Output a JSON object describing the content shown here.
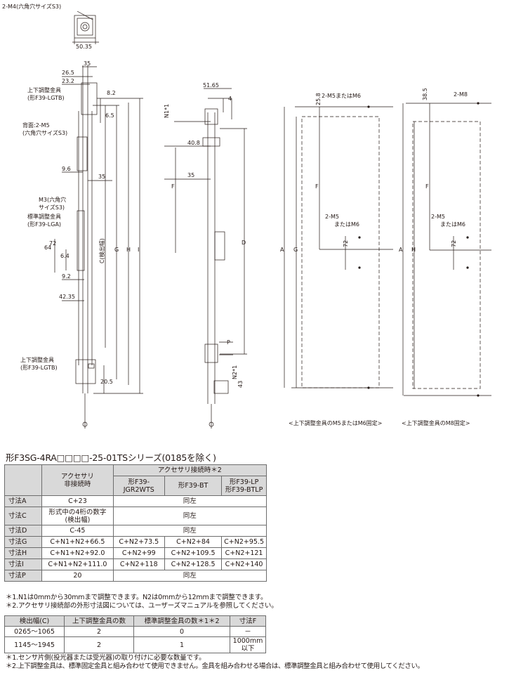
{
  "drawing": {
    "top_view": {
      "label_hex": "2-M4(六角穴サイズS3)",
      "width": "50.35"
    },
    "side_view": {
      "dims": [
        "35",
        "26.5",
        "23.2",
        "8.2",
        "6.5",
        "9.6",
        "35",
        "64",
        "72",
        "6.4",
        "9.2",
        "42.35",
        "20.5"
      ],
      "labels": {
        "top_bracket": [
          "上下調整金具",
          "(形F39-LGTB)"
        ],
        "back": [
          "背面:2-M5",
          "(六角穴サイズS3)"
        ],
        "m3": [
          "M3(六角穴",
          "サイズS3)"
        ],
        "std_bracket": [
          "標準調整金具",
          "(形F39-LGA)"
        ],
        "bottom_bracket": [
          "上下調整金具",
          "(形F39-LGTB)"
        ],
        "c_label": "C(検出幅)",
        "g": "G",
        "h": "H",
        "i": "I"
      }
    },
    "front_view": {
      "dims": [
        "51.65",
        "4",
        "N1*1",
        "40.8",
        "35",
        "F",
        "D",
        "P",
        "N2*1",
        "43"
      ]
    },
    "mount_m5": {
      "label_top": "2-M5またはM6",
      "dim_top": "25.8",
      "label_mid": [
        "2-M5",
        "またはM6"
      ],
      "dim_72": "72",
      "f": "F",
      "a": "A",
      "g": "G"
    },
    "mount_m8": {
      "label_top": "2-M8",
      "dim_top": "38.5",
      "label_mid": [
        "2-M5",
        "またはM6"
      ],
      "dim_72": "72",
      "f": "F",
      "a": "A",
      "h": "H"
    },
    "captions": [
      "<上下調整金具のM5またはM6固定>",
      "<上下調整金具のM8固定>"
    ]
  },
  "series_title": "形F3SG-4RA□□□□-25-01TSシリーズ(0185を除く)",
  "dimension_table": {
    "header_non": [
      "アクセサリ",
      "非接続時"
    ],
    "header_con": "アクセサリ接続時＊2",
    "sub_headers": [
      [
        "形F39-",
        "JGR2WTS"
      ],
      [
        "形F39-BT"
      ],
      [
        "形F39-LP",
        "形F39-BTLP"
      ]
    ],
    "rows": [
      {
        "label": "寸法A",
        "non": [
          "C+23"
        ],
        "span": "同左"
      },
      {
        "label": "寸法C",
        "non": [
          "形式中の4桁の数字",
          "(検出幅)"
        ],
        "span": "同左"
      },
      {
        "label": "寸法D",
        "non": [
          "C-45"
        ],
        "span": "同左"
      },
      {
        "label": "寸法G",
        "non": [
          "C+N1+N2+66.5"
        ],
        "cells": [
          "C+N2+73.5",
          "C+N2+84",
          "C+N2+95.5"
        ]
      },
      {
        "label": "寸法H",
        "non": [
          "C+N1+N2+92.0"
        ],
        "cells": [
          "C+N2+99",
          "C+N2+109.5",
          "C+N2+121"
        ]
      },
      {
        "label": "寸法I",
        "non": [
          "C+N1+N2+111.0"
        ],
        "cells": [
          "C+N2+118",
          "C+N2+128.5",
          "C+N2+140"
        ]
      },
      {
        "label": "寸法P",
        "non": [
          "20"
        ],
        "span": "同左"
      }
    ]
  },
  "notes_1": [
    "＊1.N1は0mmから30mmまで調整できます。N2は0mmから12mmまで調整できます。",
    "＊2.アクセサリ接続部の外形寸法図については、ユーザーズマニュアルを参照してください。"
  ],
  "count_table": {
    "headers": [
      "検出幅(C)",
      "上下調整金具の数",
      "標準調整金具の数＊1＊2",
      "寸法F"
    ],
    "rows": [
      [
        "0265～1065",
        "2",
        "0",
        "－"
      ],
      [
        "1145～1945",
        "2",
        "1",
        "1000mm以下"
      ]
    ]
  },
  "notes_2": [
    "＊1.センサ片側(投光器または受光器)の取り付けに必要な数量です。",
    "＊2.上下調整金具は、標準固定金具と組み合わせて使用できません。金具を組み合わせる場合は、標準調整金具と組み合わせて使用してください。"
  ]
}
